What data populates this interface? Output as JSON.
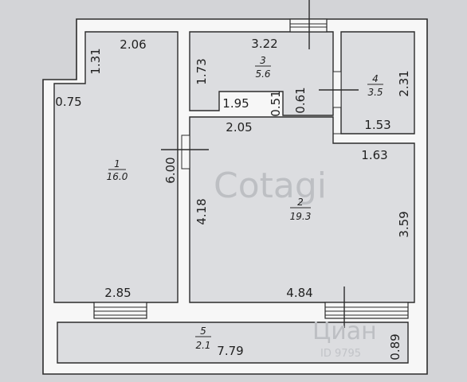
{
  "rooms": [
    {
      "id": "1",
      "area": "16.0"
    },
    {
      "id": "2",
      "area": "19.3"
    },
    {
      "id": "3",
      "area": "5.6"
    },
    {
      "id": "4",
      "area": "3.5"
    },
    {
      "id": "5",
      "area": "2.1"
    }
  ],
  "dimensions": {
    "r1_top": "2.06",
    "r1_notch": "1.31",
    "r1_step": "0.75",
    "r1_left": "6.00",
    "r1_bottom": "2.85",
    "r3_top": "3.22",
    "r3_left": "1.73",
    "r3_bottom": "1.95",
    "r3_step": "0.51",
    "r2_top": "2.05",
    "r2_left": "4.18",
    "r2_corr": "0.61",
    "r2_right": "3.59",
    "r2_bottom": "4.84",
    "r2_top_right": "1.63",
    "r4_right": "2.31",
    "r4_bottom": "1.53",
    "r5_length": "7.79",
    "r5_width": "0.89"
  },
  "watermark": {
    "main": "Cotagi",
    "brand": "Циан",
    "id": "ID 9795"
  },
  "colors": {
    "background": "#d3d4d7",
    "wall": "#f7f7f7",
    "line": "#2c2c2c"
  }
}
